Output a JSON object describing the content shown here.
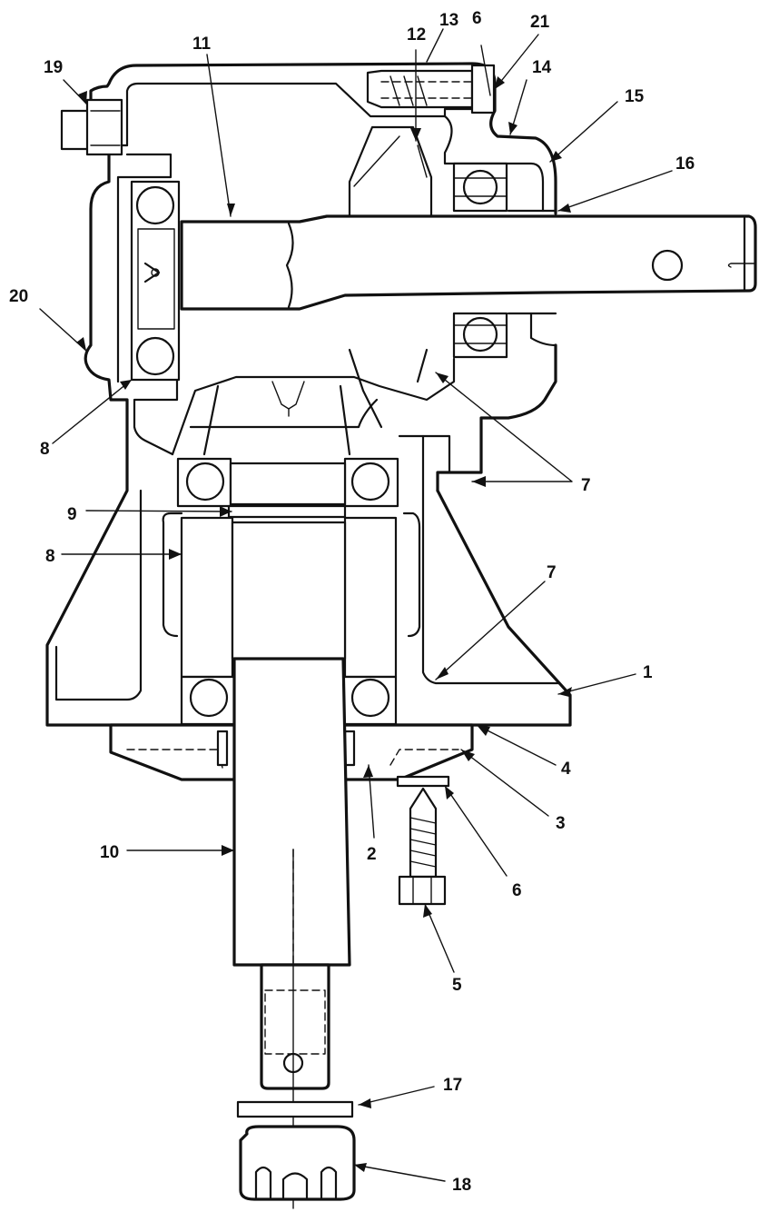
{
  "callouts": [
    {
      "id": "c1",
      "text": "1"
    },
    {
      "id": "c2",
      "text": "2"
    },
    {
      "id": "c3",
      "text": "3"
    },
    {
      "id": "c4",
      "text": "4"
    },
    {
      "id": "c5",
      "text": "5"
    },
    {
      "id": "c6a",
      "text": "6"
    },
    {
      "id": "c6b",
      "text": "6"
    },
    {
      "id": "c7a",
      "text": "7"
    },
    {
      "id": "c7b",
      "text": "7"
    },
    {
      "id": "c8a",
      "text": "8"
    },
    {
      "id": "c8b",
      "text": "8"
    },
    {
      "id": "c9",
      "text": "9"
    },
    {
      "id": "c10",
      "text": "10"
    },
    {
      "id": "c11",
      "text": "11"
    },
    {
      "id": "c12",
      "text": "12"
    },
    {
      "id": "c13",
      "text": "13"
    },
    {
      "id": "c14",
      "text": "14"
    },
    {
      "id": "c15",
      "text": "15"
    },
    {
      "id": "c16",
      "text": "16"
    },
    {
      "id": "c17",
      "text": "17"
    },
    {
      "id": "c18",
      "text": "18"
    },
    {
      "id": "c19",
      "text": "19"
    },
    {
      "id": "c20",
      "text": "20"
    },
    {
      "id": "c21",
      "text": "21"
    }
  ],
  "colors": {
    "ink": "#111111",
    "paper": "#ffffff"
  }
}
